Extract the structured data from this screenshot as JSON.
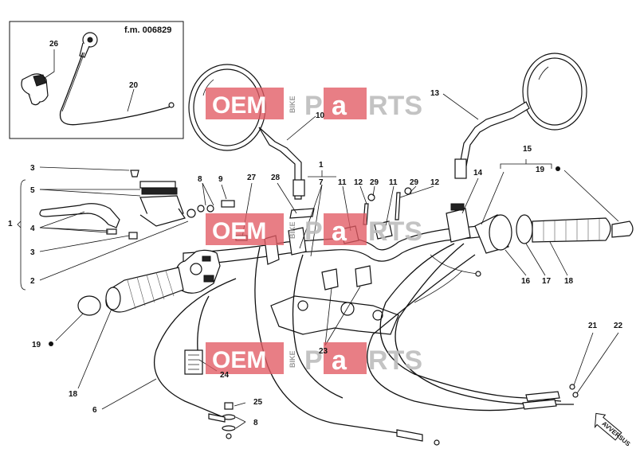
{
  "inset": {
    "frame_number": "f.m. 006829"
  },
  "labels": {
    "l1": "1",
    "l1b": "1",
    "l2": "2",
    "l3": "3",
    "l3b": "3",
    "l4": "4",
    "l5": "5",
    "l6": "6",
    "l7": "7",
    "l8": "8",
    "l8b": "8",
    "l9": "9",
    "l10": "10",
    "l11": "11",
    "l11b": "11",
    "l12": "12",
    "l12b": "12",
    "l13": "13",
    "l14": "14",
    "l15": "15",
    "l16": "16",
    "l17": "17",
    "l18": "18",
    "l18b": "18",
    "l19": "19",
    "l19b": "19",
    "l20": "20",
    "l21": "21",
    "l22": "22",
    "l23": "23",
    "l24": "24",
    "l25": "25",
    "l26": "26",
    "l27": "27",
    "l28": "28",
    "l29": "29",
    "l29b": "29"
  },
  "watermark": {
    "oem": "OEM",
    "bike": "BIKE",
    "parts_p": "P",
    "parts_a": "a",
    "parts_rest": "RTS"
  },
  "direction_marker": {
    "text": "AVVERSUS"
  },
  "colors": {
    "watermark_red": "#e25a63",
    "watermark_grey": "#c8c8c8"
  }
}
